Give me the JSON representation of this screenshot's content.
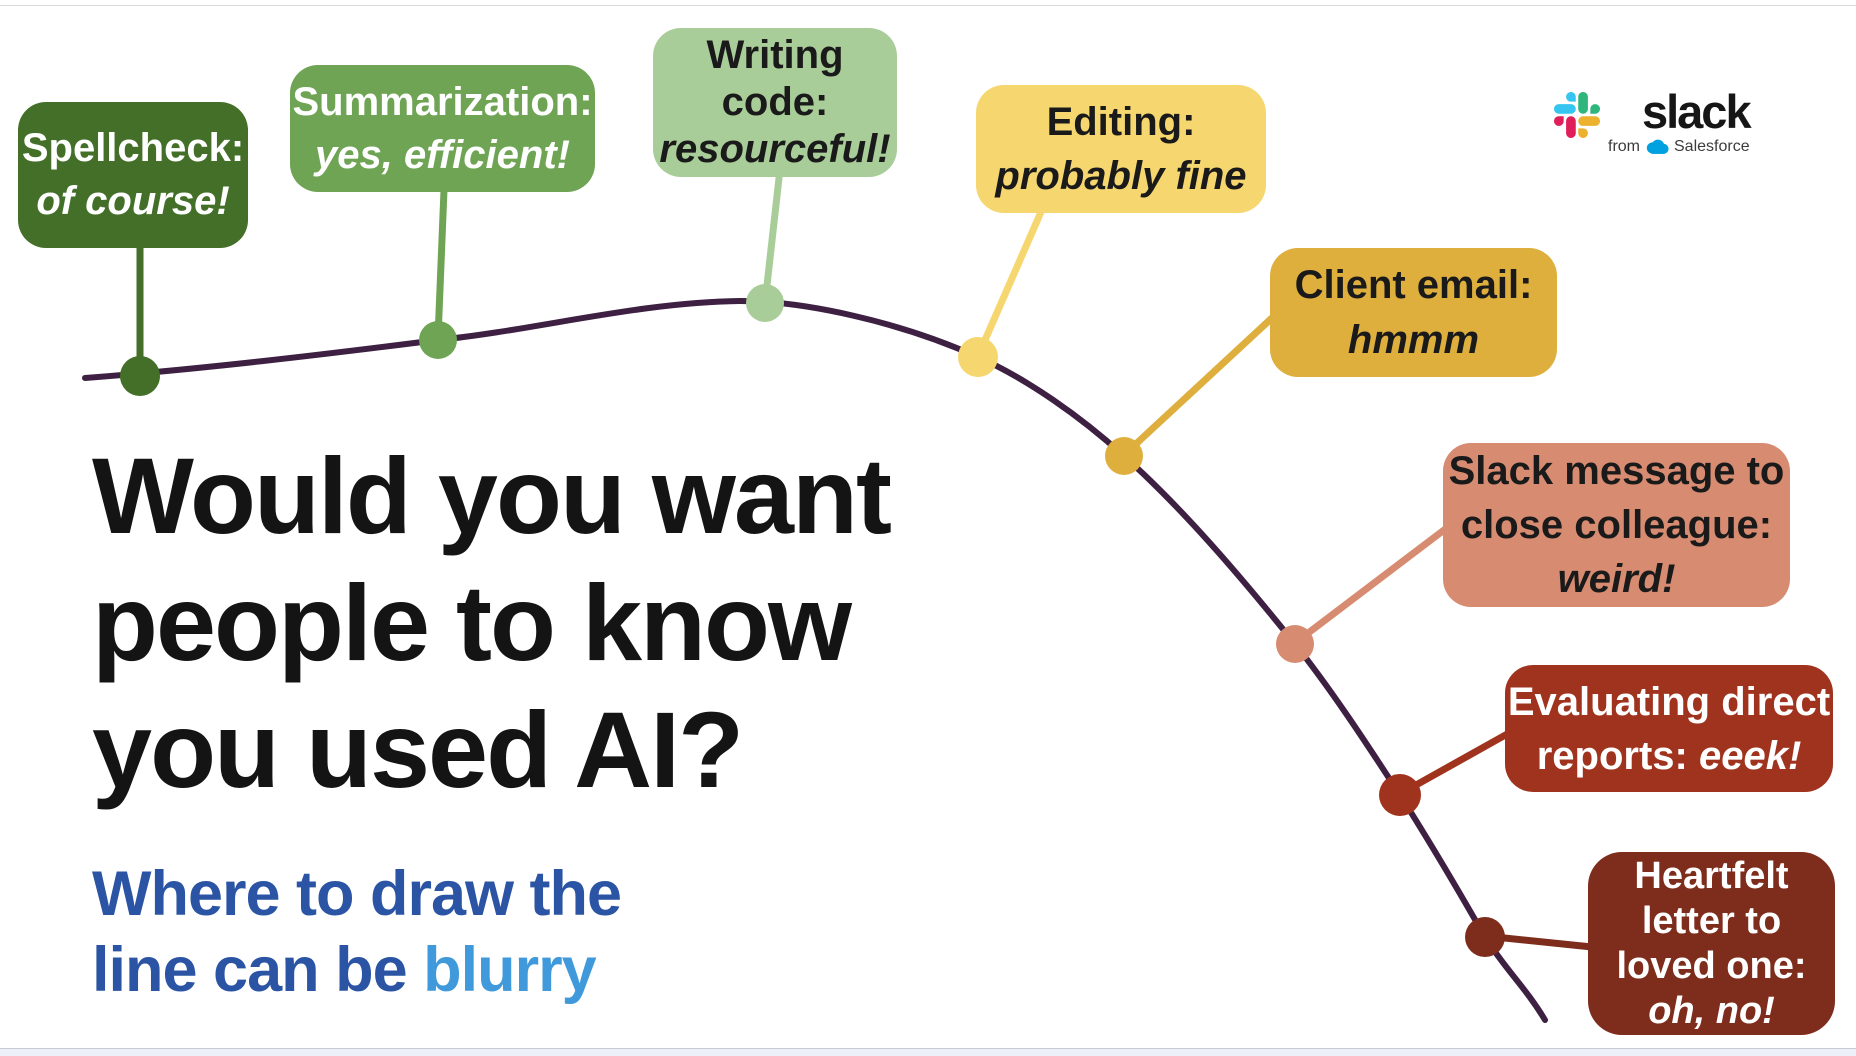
{
  "colors": {
    "curve": "#3e2043",
    "background": "#ffffff",
    "subtitle_base": "#2b55a4",
    "subtitle_highlight": "#3f99da"
  },
  "headline": {
    "line1": "Would you want",
    "line2": "people to know",
    "line3": "you used AI?"
  },
  "subtitle": {
    "line1": "Where to draw the",
    "line2_prefix": "line can be ",
    "highlight": "blurry"
  },
  "logo": {
    "wordmark": "slack",
    "byline_from": "from",
    "byline_brand": "Salesforce",
    "colors": {
      "blue": "#36C5F0",
      "green": "#2EB67D",
      "red": "#E01E5A",
      "yellow": "#ECB22E",
      "cloud": "#00A1E0"
    }
  },
  "callouts": [
    {
      "name": "spellcheck",
      "color": "#446f28",
      "line1": "Spellcheck:",
      "line2": "of course!"
    },
    {
      "name": "summarization",
      "color": "#6fa455",
      "line1": "Summarization:",
      "line2": "yes, efficient!"
    },
    {
      "name": "writing-code",
      "color": "#a9cd99",
      "line1": "Writing",
      "line2": "code:",
      "line3": "resourceful!"
    },
    {
      "name": "editing",
      "color": "#f6d66f",
      "line1": "Editing:",
      "line2": "probably fine"
    },
    {
      "name": "client-email",
      "color": "#dfaf3e",
      "line1": "Client email:",
      "line2": "hmmm"
    },
    {
      "name": "slack-message",
      "color": "#d78b71",
      "line1": "Slack message to",
      "line2": "close colleague:",
      "line3": "weird!"
    },
    {
      "name": "evaluating-direct-reports",
      "color": "#a0331e",
      "line1": "Evaluating direct",
      "line2_prefix": "reports: ",
      "line2_italic": "eeek!"
    },
    {
      "name": "heartfelt-letter",
      "color": "#7e2c1b",
      "line1": "Heartfelt",
      "line2": "letter to",
      "line3": "loved one:",
      "line4": "oh, no!"
    }
  ]
}
